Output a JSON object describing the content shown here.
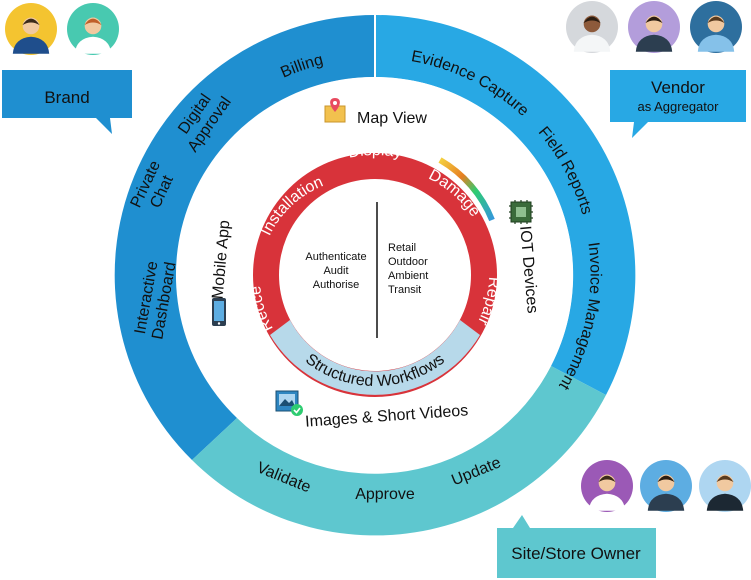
{
  "colors": {
    "brand_blue": "#1f8fd0",
    "vendor_blue": "#28a8e4",
    "teal": "#5ec7cf",
    "red_ring": "#d8333a",
    "workflow_band": "#b7d9ea",
    "callout_teal": "#5ec7cf",
    "text_dark": "#111111",
    "text_white": "#ffffff"
  },
  "outer_ring": {
    "brand_segment": {
      "items": [
        "Billing",
        "Digital Approval",
        "Private Chat",
        "Interactive Dashboard"
      ]
    },
    "vendor_segment": {
      "items": [
        "Evidence Capture",
        "Field Reports",
        "Invoice Management"
      ]
    },
    "owner_segment": {
      "items": [
        "Validate",
        "Approve",
        "Update"
      ]
    }
  },
  "middle_ring": {
    "map_view": "Map View",
    "iot_devices": "IOT Devices",
    "images_videos": "Images & Short Videos",
    "mobile_app": "Mobile App"
  },
  "inner_ring": {
    "items": [
      "Display",
      "Damage",
      "Repair",
      "Recce",
      "Installation"
    ],
    "workflow_label": "Structured Workflows"
  },
  "core": {
    "left": [
      "Authenticate",
      "Audit",
      "Authorise"
    ],
    "right": [
      "Retail",
      "Outdoor",
      "Ambient",
      "Transit"
    ]
  },
  "callouts": {
    "brand": "Brand",
    "vendor_title": "Vendor",
    "vendor_subtitle": "as Aggregator",
    "owner": "Site/Store Owner"
  },
  "icons": {
    "map": "map-pin-icon",
    "chip": "chip-icon",
    "gallery": "image-gallery-icon",
    "phone": "smartphone-icon",
    "avatars": [
      "brand-man-avatar",
      "brand-woman-avatar",
      "vendor-woman-avatar",
      "vendor-man-avatar",
      "vendor-man2-avatar",
      "owner-woman-avatar",
      "owner-man-avatar",
      "owner-man2-avatar"
    ]
  }
}
